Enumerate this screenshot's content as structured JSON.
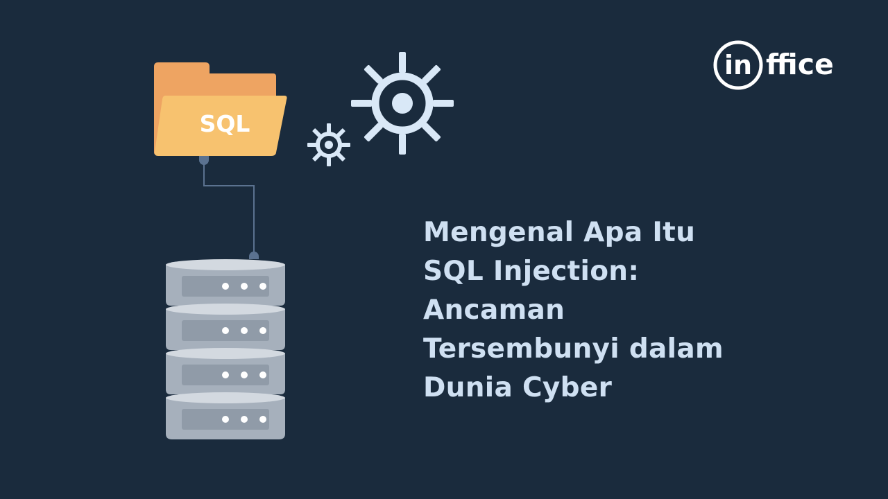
{
  "folder": {
    "label": "SQL"
  },
  "brand": {
    "logo_text": "inffice"
  },
  "headline": {
    "lines": [
      "Mengenal Apa Itu",
      "SQL Injection:",
      "Ancaman",
      "Tersembunyi dalam",
      "Dunia Cyber"
    ]
  },
  "icons": {
    "folder": "folder-icon",
    "gear_large": "gear-icon",
    "gear_small": "gear-icon",
    "database": "database-server-icon",
    "connector": "connector-line"
  },
  "colors": {
    "background": "#1a2b3d",
    "headline": "#cfe0f2",
    "folder_front": "#f7c26f",
    "folder_back": "#eea462",
    "gear": "#d9e8f7",
    "server": "#a6b0bc",
    "connector": "#5b7290",
    "logo": "#ffffff"
  }
}
